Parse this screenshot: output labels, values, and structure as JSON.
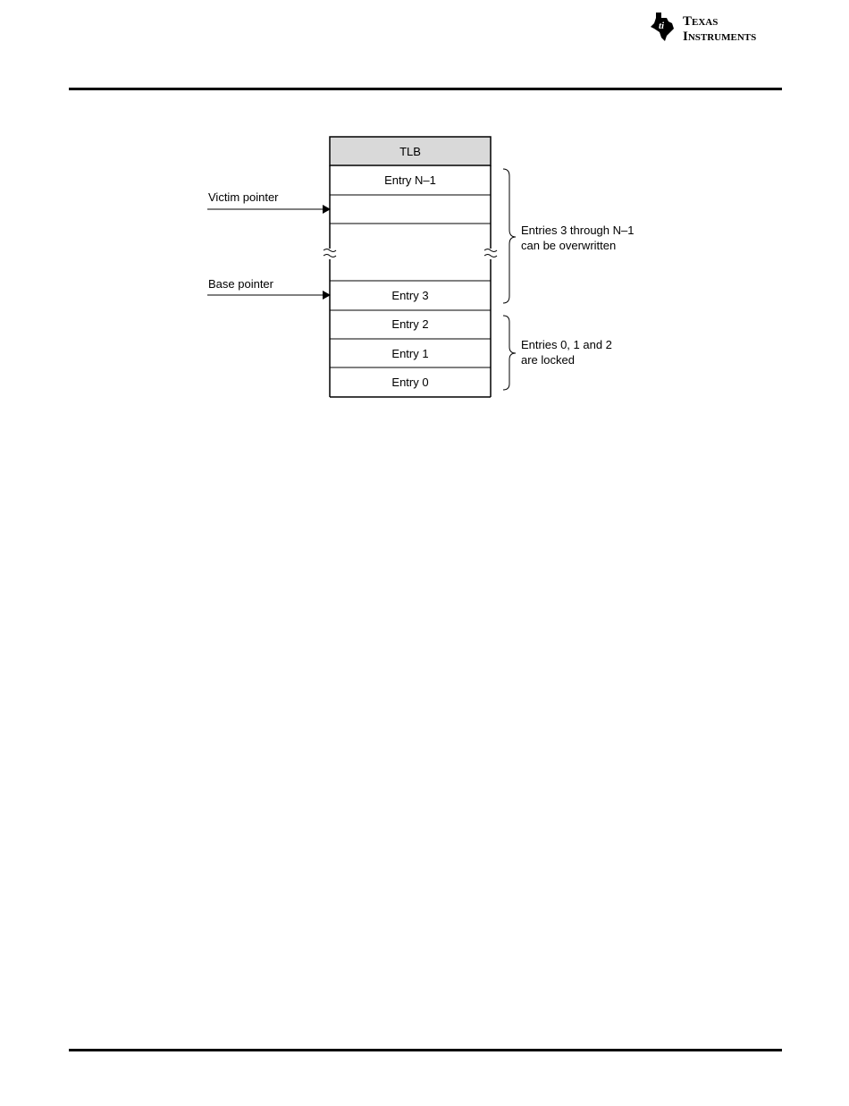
{
  "header": {
    "logo_text_line1": "Texas",
    "logo_text_line2": "Instruments"
  },
  "diagram": {
    "table_header": "TLB",
    "entries": {
      "top": "Entry N–1",
      "entry3": "Entry 3",
      "entry2": "Entry 2",
      "entry1": "Entry 1",
      "entry0": "Entry 0"
    },
    "pointers": {
      "victim": "Victim pointer",
      "base": "Base pointer"
    },
    "annotations": {
      "overwritable_line1": "Entries 3 through N–1",
      "overwritable_line2": "can be overwritten",
      "locked_line1": "Entries 0, 1 and 2",
      "locked_line2": "are locked"
    },
    "colors": {
      "header_fill": "#d9d9d9",
      "line": "#000000"
    }
  }
}
